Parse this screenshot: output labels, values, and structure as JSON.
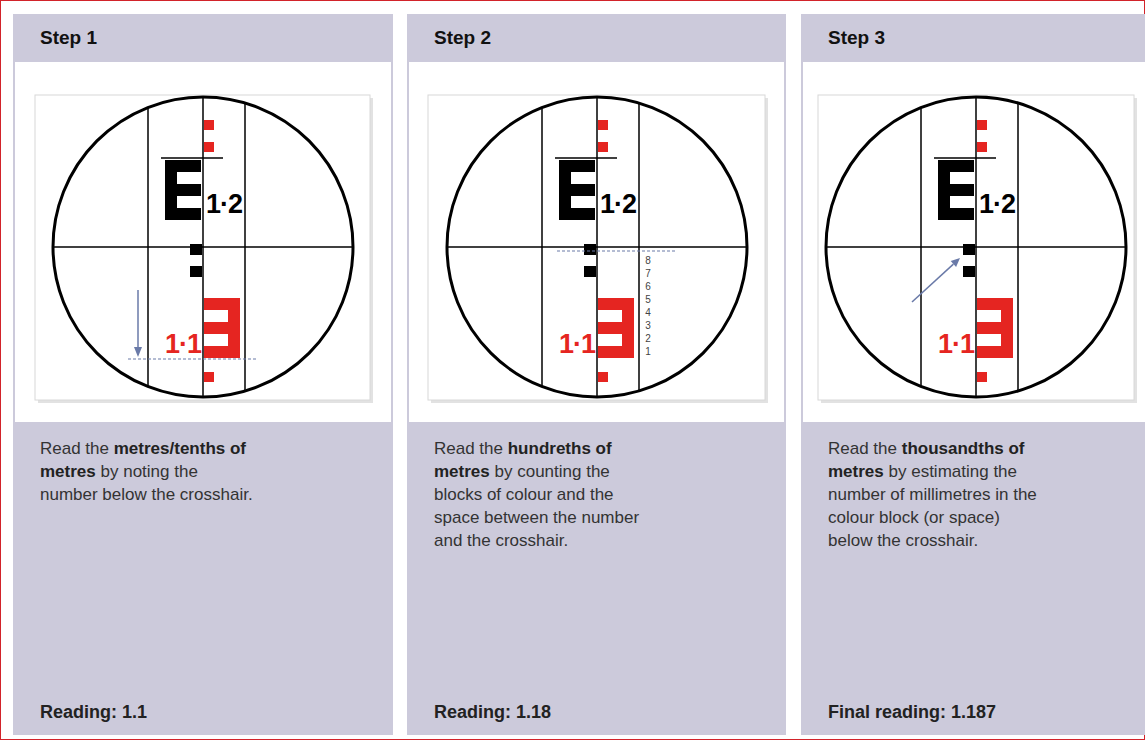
{
  "diagram": {
    "nodes": [
      {
        "text": [
          "Step 1",
          "Read the",
          "metres/tenths of metres",
          "by noting the number below the crosshair.",
          "Reading: 1.1"
        ]
      },
      {
        "text": [
          "Step 2",
          "Read the",
          "hundreths of metres",
          "by counting the blocks of colour and the space between the number and the crosshair.",
          "Reading: 1.18"
        ]
      },
      {
        "text": [
          "Step 3",
          "Read the",
          "thousandths of metres",
          "by estimating the number of millimetres in the colour block (or space) below the crosshair.",
          "Final reading: 1.187"
        ]
      }
    ],
    "labels": [
      "1·2",
      "1·1",
      "1·2",
      "1·1",
      "8",
      "7",
      "6",
      "5",
      "4",
      "3",
      "2",
      "1",
      "1·2",
      "1·1"
    ]
  }
}
